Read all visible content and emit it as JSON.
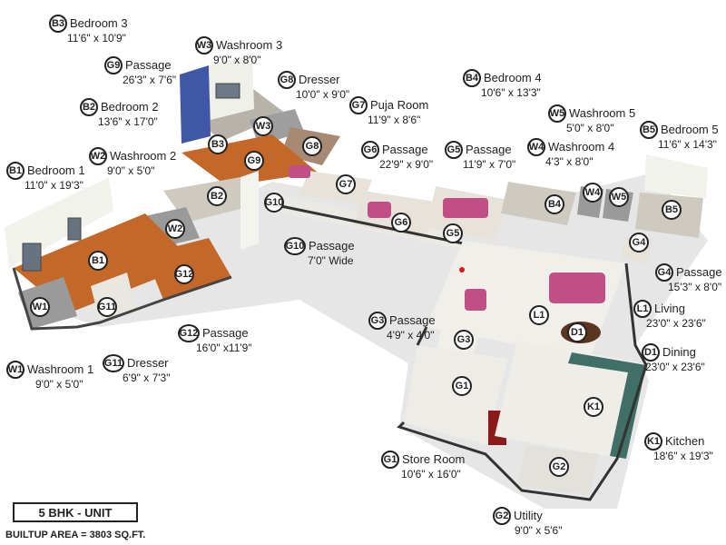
{
  "rooms": [
    {
      "id": "B3",
      "name": "Bedroom 3",
      "dim": "11'6\" x 10'9\""
    },
    {
      "id": "W3",
      "name": "Washroom 3",
      "dim": "9'0\" x 8'0\""
    },
    {
      "id": "G9",
      "name": "Passage",
      "dim": "26'3\" x 7'6\""
    },
    {
      "id": "G8",
      "name": "Dresser",
      "dim": "10'0\" x 9'0\""
    },
    {
      "id": "B4",
      "name": "Bedroom 4",
      "dim": "10'6\" x 13'3\""
    },
    {
      "id": "B2",
      "name": "Bedroom 2",
      "dim": "13'6\" x 17'0\""
    },
    {
      "id": "G7",
      "name": "Puja Room",
      "dim": "11'9\" x 8'6\""
    },
    {
      "id": "W5",
      "name": "Washroom 5",
      "dim": "5'0\" x 8'0\""
    },
    {
      "id": "B5",
      "name": "Bedroom 5",
      "dim": "11'6\" x 14'3\""
    },
    {
      "id": "W2",
      "name": "Washroom 2",
      "dim": "9'0\" x 5'0\""
    },
    {
      "id": "G6",
      "name": "Passage",
      "dim": "22'9\" x 9'0\""
    },
    {
      "id": "G5",
      "name": "Passage",
      "dim": "11'9\" x 7'0\""
    },
    {
      "id": "W4",
      "name": "Washroom 4",
      "dim": "4'3\" x 8'0\""
    },
    {
      "id": "B1",
      "name": "Bedroom 1",
      "dim": "11'0\" x 19'3\""
    },
    {
      "id": "G10",
      "name": "Passage",
      "dim": "7'0\" Wide"
    },
    {
      "id": "G4",
      "name": "Passage",
      "dim": "15'3\" x 8'0\""
    },
    {
      "id": "L1",
      "name": "Living",
      "dim": "23'0\" x 23'6\""
    },
    {
      "id": "G3",
      "name": "Passage",
      "dim": "4'9\" x 4'0\""
    },
    {
      "id": "G12",
      "name": "Passage",
      "dim": "16'0\" x11'9\""
    },
    {
      "id": "D1",
      "name": "Dining",
      "dim": "23'0\" x 23'6\""
    },
    {
      "id": "W1",
      "name": "Washroom 1",
      "dim": "9'0\" x 5'0\""
    },
    {
      "id": "G11",
      "name": "Dresser",
      "dim": "6'9\" x 7'3\""
    },
    {
      "id": "K1",
      "name": "Kitchen",
      "dim": "18'6\" x 19'3\""
    },
    {
      "id": "G1",
      "name": "Store Room",
      "dim": "10'6\" x 16'0\""
    },
    {
      "id": "G2",
      "name": "Utility",
      "dim": "9'0\" x 5'6\""
    }
  ],
  "markers": [
    "B3",
    "W3",
    "G8",
    "G9",
    "B2",
    "W2",
    "G7",
    "G10",
    "G6",
    "G5",
    "B4",
    "W4",
    "W5",
    "B5",
    "G4",
    "B1",
    "G12",
    "W1",
    "G11",
    "L1",
    "D1",
    "G3",
    "G1",
    "K1",
    "G2"
  ],
  "unit_label": "5 BHK - UNIT",
  "builtup_area": "BUILTUP AREA = 3803 SQ.FT.",
  "colors": {
    "wood_floor": "#c4682a",
    "wall": "#f2f2ee",
    "tile": "#ece9e2",
    "sofa": "#c24e86",
    "kitchen_counter": "#3f6f66",
    "fridge": "#8b1a1a",
    "accent_wall": "#3f57a6"
  }
}
